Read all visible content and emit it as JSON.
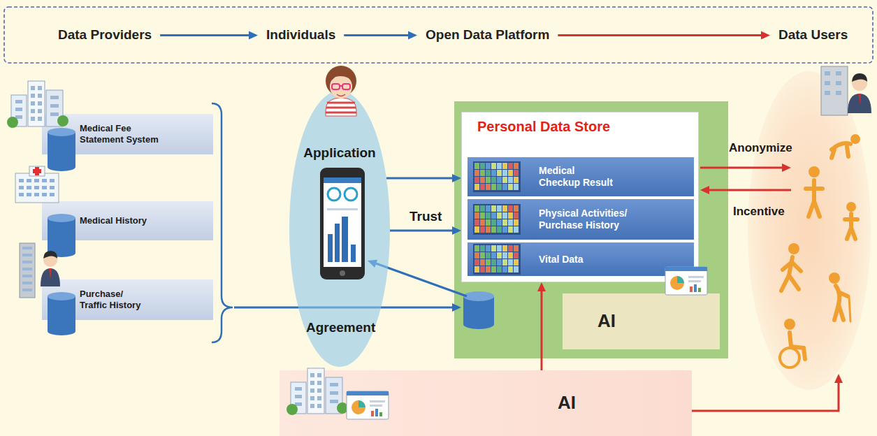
{
  "diagram": {
    "nodes": [
      {
        "text": [
          "Data Providers"
        ]
      },
      {
        "text": [
          "Individuals"
        ]
      },
      {
        "text": [
          "Open Data Platform"
        ]
      },
      {
        "text": [
          "Data Users"
        ]
      },
      {
        "text": [
          "Medical Fee Statement System"
        ]
      },
      {
        "text": [
          "Medical History"
        ]
      },
      {
        "text": [
          "Purchase/ Traffic History"
        ]
      },
      {
        "text": [
          "Application"
        ]
      },
      {
        "text": [
          "Personal Data Store"
        ]
      },
      {
        "text": [
          "Medical Checkup Result"
        ],
        "in": 8
      },
      {
        "text": [
          "Physical Activities/ Purchase History"
        ],
        "in": 8
      },
      {
        "text": [
          "Vital Data"
        ],
        "in": 8
      },
      {
        "text": [
          "AI"
        ]
      },
      {
        "text": [
          "AI"
        ]
      }
    ],
    "edges": [
      {
        "from": 0,
        "to": 1,
        "arrow": "to"
      },
      {
        "from": 1,
        "to": 2,
        "arrow": "to"
      },
      {
        "from": 2,
        "to": 3,
        "arrow": "to"
      },
      {
        "from": 7,
        "to": 8,
        "arrow": "to"
      },
      {
        "from": 7,
        "to": 8,
        "label": "Trust",
        "arrow": "to"
      },
      {
        "from": 13,
        "to": 8,
        "arrow": "to"
      }
    ],
    "labels": [
      "Agreement",
      "Anonymize",
      "Incentive"
    ]
  }
}
